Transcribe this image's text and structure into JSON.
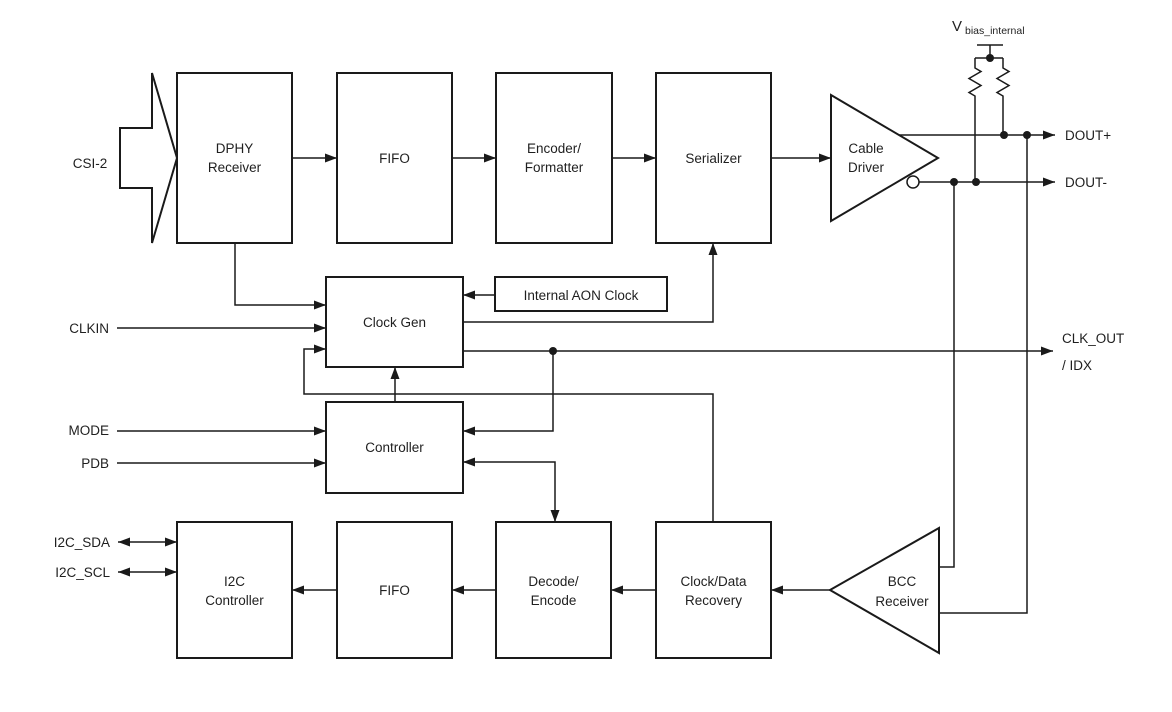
{
  "diagram": {
    "background": "#ffffff",
    "line_color": "#1a1a1a",
    "text_color": "#1f1f1f"
  },
  "blocks": {
    "dphy_receiver": {
      "line1": "DPHY",
      "line2": "Receiver"
    },
    "fifo_top": {
      "line1": "FIFO"
    },
    "encoder_formatter": {
      "line1": "Encoder/",
      "line2": "Formatter"
    },
    "serializer": {
      "line1": "Serializer"
    },
    "cable_driver": {
      "line1": "Cable",
      "line2": "Driver"
    },
    "internal_aon_clock": {
      "line1": "Internal AON Clock"
    },
    "clock_gen": {
      "line1": "Clock Gen"
    },
    "controller": {
      "line1": "Controller"
    },
    "i2c_controller": {
      "line1": "I2C",
      "line2": "Controller"
    },
    "fifo_bottom": {
      "line1": "FIFO"
    },
    "decode_encode": {
      "line1": "Decode/",
      "line2": "Encode"
    },
    "clock_data_recovery": {
      "line1": "Clock/Data",
      "line2": "Recovery"
    },
    "bcc_receiver": {
      "line1": "BCC",
      "line2": "Receiver"
    }
  },
  "ports": {
    "csi2": "CSI-2",
    "clkin": "CLKIN",
    "mode": "MODE",
    "pdb": "PDB",
    "i2c_sda": "I2C_SDA",
    "i2c_scl": "I2C_SCL",
    "dout_plus": "DOUT+",
    "dout_minus": "DOUT-",
    "clk_out": "CLK_OUT",
    "idx": "/ IDX",
    "vbias": "V",
    "vbias_subscript": "bias_internal"
  }
}
